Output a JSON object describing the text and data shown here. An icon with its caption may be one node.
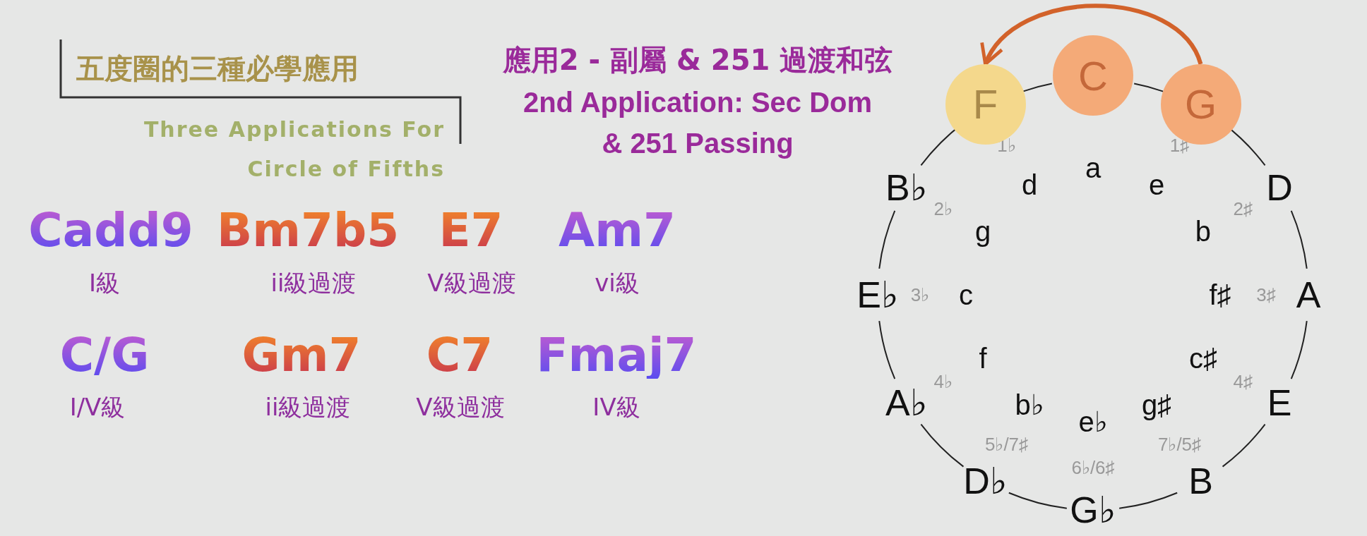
{
  "diagram": {
    "title": "五度圈的三種必學應用",
    "nodes": [
      {
        "text": [
          "F"
        ]
      },
      {
        "text": [
          "C"
        ]
      },
      {
        "text": [
          "G"
        ]
      }
    ],
    "edges": [
      {
        "from": 2,
        "to": 0,
        "arrow": "to",
        "color": "#d2622a"
      }
    ],
    "labels": [
      "Three Applications For Circle of Fifths",
      "應用2 - 副屬 & 251 過渡和弦",
      "2nd Application: Sec Dom & 251 Passing",
      "Cadd9",
      "I級",
      "Bm7b5",
      "ii級過渡",
      "E7",
      "V級過渡",
      "Am7",
      "vi級",
      "C/G",
      "I/V級",
      "Gm7",
      "ii級過渡",
      "C7",
      "V級過渡",
      "Fmaj7",
      "IV級",
      "1♭",
      "1♯",
      "a",
      "d",
      "e",
      "B♭",
      "D",
      "2♭",
      "2♯",
      "g",
      "b",
      "E♭",
      "3♭",
      "c",
      "f♯",
      "3♯",
      "A",
      "f",
      "c♯",
      "4♭",
      "4♯",
      "A♭",
      "b♭",
      "g♯",
      "E",
      "e♭",
      "5♭/7♯",
      "7♭/5♯",
      "6♭/6♯",
      "D♭",
      "B",
      "G♭"
    ]
  }
}
